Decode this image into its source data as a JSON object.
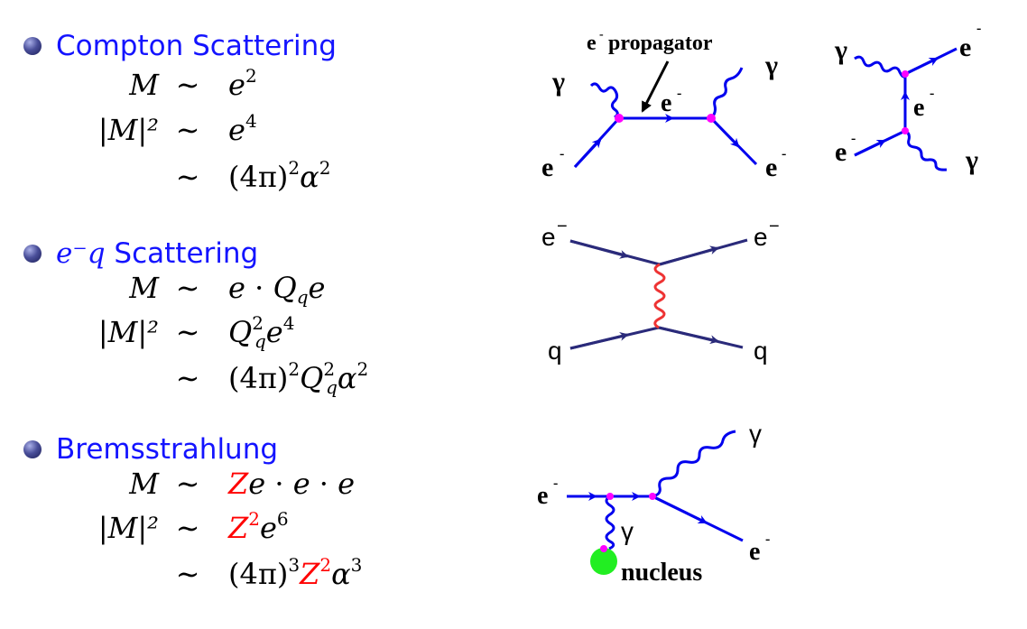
{
  "sections": [
    {
      "title": "Compton Scattering",
      "rows": [
        {
          "lhs": "M",
          "rhs_html": "<span class=\"it\">e</span><sup>2</sup>"
        },
        {
          "lhs": "|M|²",
          "rhs_html": "<span class=\"it\">e</span><sup>4</sup>"
        },
        {
          "lhs": "",
          "rhs_html": "(4π)<sup>2</sup><span class=\"it\">α</span><sup>2</sup>"
        }
      ]
    },
    {
      "title_math": "e⁻q",
      "title_rest": " Scattering",
      "rows": [
        {
          "lhs": "M",
          "rhs_html": "<span class=\"it\">e</span> · <span class=\"it\">Q</span><sub class=\"it\">q</sub><span class=\"it\">e</span>"
        },
        {
          "lhs": "|M|²",
          "rhs_html": "<span class=\"it\">Q</span><sup>2</sup><sub class=\"it\" style=\"margin-left:-10px\">q</sub><span class=\"it\">e</span><sup>4</sup>"
        },
        {
          "lhs": "",
          "rhs_html": "(4π)<sup>2</sup><span class=\"it\">Q</span><sup>2</sup><sub class=\"it\" style=\"margin-left:-10px\">q</sub><span class=\"it\">α</span><sup>2</sup>"
        }
      ]
    },
    {
      "title": "Bremsstrahlung",
      "rows": [
        {
          "lhs": "M",
          "rhs_html": "<span class=\"it red\">Z</span><span class=\"it\">e</span> · <span class=\"it\">e</span> · <span class=\"it\">e</span>"
        },
        {
          "lhs": "|M|²",
          "rhs_html": "<span class=\"it red\">Z</span><sup class=\"red\">2</sup><span class=\"it\">e</span><sup>6</sup>"
        },
        {
          "lhs": "",
          "rhs_html": "(4π)<sup>3</sup><span class=\"it red\">Z</span><sup class=\"red\">2</sup><span class=\"it\">α</span><sup>3</sup>"
        }
      ]
    }
  ],
  "sim": "∼",
  "diagrams": {
    "compton_s": {
      "gamma_in": "γ",
      "gamma_out": "γ",
      "e_in": "e",
      "e_out": "e",
      "propagator_label": "e",
      "propagator_text": "propagator",
      "minus": "-"
    },
    "compton_u": {
      "gamma_in": "γ",
      "gamma_out": "γ",
      "e_in": "e",
      "e_out": "e",
      "internal": "e",
      "minus": "-"
    },
    "eq": {
      "e_in": "e",
      "e_out": "e",
      "q_in": "q",
      "q_out": "q",
      "minus": "−"
    },
    "brems": {
      "e_in": "e",
      "e_out": "e",
      "gamma_out": "γ",
      "gamma_ex": "γ",
      "nucleus": "nucleus",
      "minus": "-"
    }
  },
  "colors": {
    "title": "#1414ff",
    "line": "#0000ee",
    "vertex": "#ff00ff",
    "eq_line": "#2a2a7a",
    "eq_photon": "#ee3333",
    "nucleus": "#22ee22",
    "highlight": "#ff0000"
  }
}
